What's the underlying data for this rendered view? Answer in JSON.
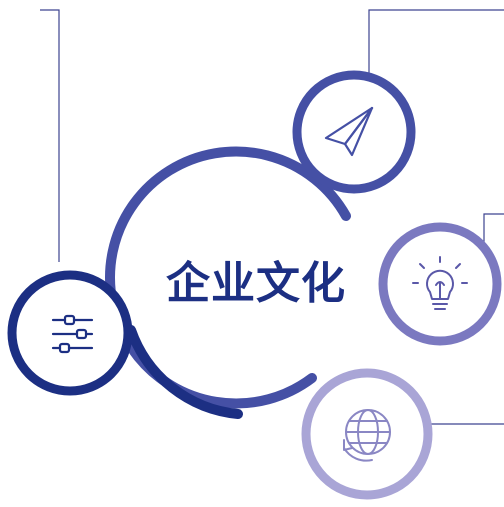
{
  "title": "企业文化",
  "colors": {
    "navy": "#1c2f83",
    "indigo": "#4550a5",
    "violet": "#7b79c0",
    "lavender": "#a9a5d6",
    "line": "#3d4390"
  },
  "nodes": [
    {
      "name": "settings-sliders",
      "icon": "sliders-icon"
    },
    {
      "name": "send",
      "icon": "paper-plane-icon"
    },
    {
      "name": "idea",
      "icon": "lightbulb-icon"
    },
    {
      "name": "global",
      "icon": "globe-refresh-icon"
    }
  ]
}
